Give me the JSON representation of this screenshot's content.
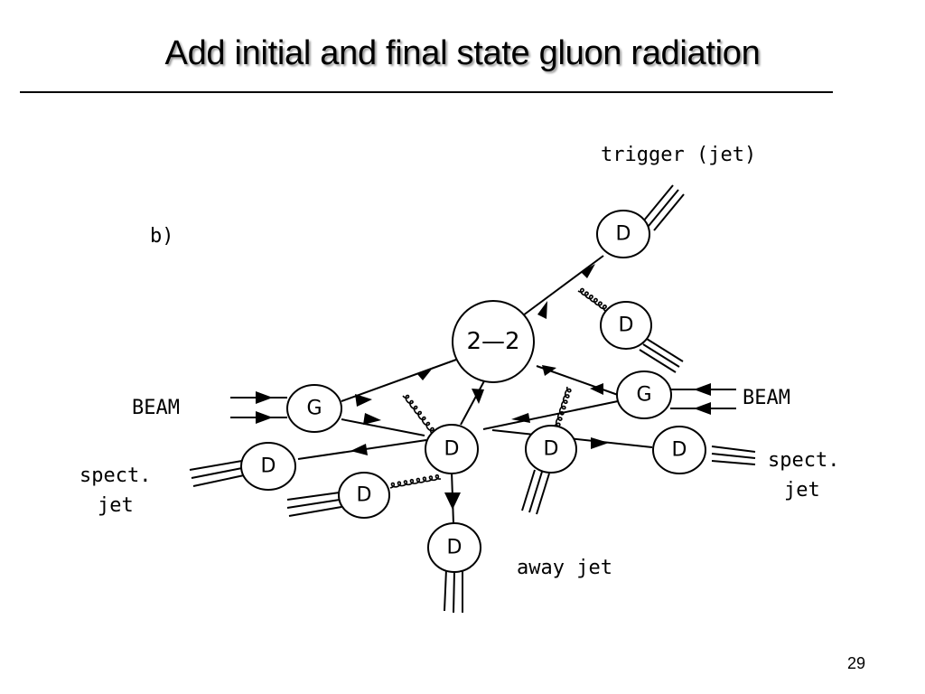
{
  "slide": {
    "title": "Add initial and final state gluon radiation",
    "page_number": "29"
  },
  "diagram": {
    "panel_label": "b)",
    "labels": {
      "trigger": "trigger (jet)",
      "beam_left": "BEAM",
      "beam_right": "BEAM",
      "spect_left_1": "spect.",
      "spect_left_2": "jet",
      "spect_right_1": "spect.",
      "spect_right_2": "jet",
      "away": "away jet"
    },
    "nodes": {
      "hard_scatter": "2—2",
      "g_left": "G",
      "g_right": "G",
      "d_trigger": "D",
      "d_gluon_upper": "D",
      "d_center": "D",
      "d_center_right": "D",
      "d_right": "D",
      "d_spect_left": "D",
      "d_lower_left": "D",
      "d_away": "D"
    }
  }
}
